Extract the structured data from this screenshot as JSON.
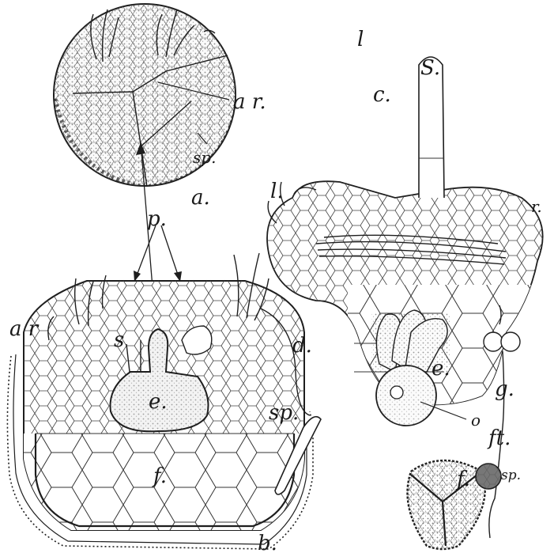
{
  "figure": {
    "labels": {
      "a": "a.",
      "ar_a": "a r.",
      "sp_a": "sp.",
      "p": "p.",
      "b": "b.",
      "ar_b": "a r",
      "s_b": "s",
      "e_b": "e.",
      "f_b": "f.",
      "sp_b": "sp.",
      "c": "c.",
      "l_top": "l",
      "l_left": "l.",
      "S": "S.",
      "r": "r.",
      "ft": "ft.",
      "d": "d.",
      "e_small": "e.",
      "o": "o",
      "f_small": "f.",
      "g": "g.",
      "sp_g": "sp."
    }
  }
}
